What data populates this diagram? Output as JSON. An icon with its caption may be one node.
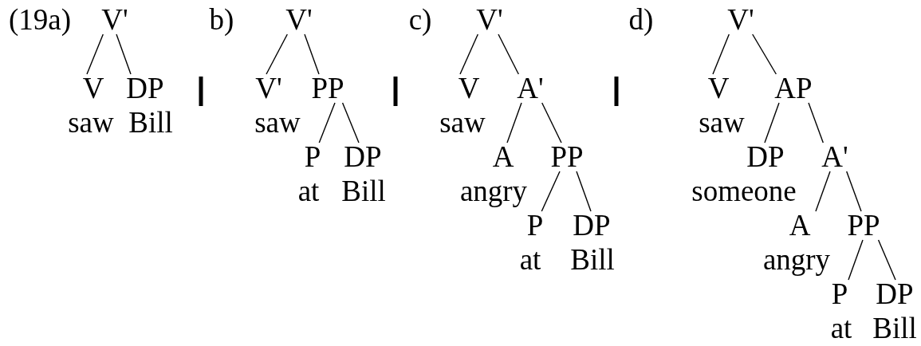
{
  "diagram": {
    "nodes": [
      {
        "text": [
          "V'"
        ]
      },
      {
        "text": [
          "V",
          "saw"
        ]
      },
      {
        "text": [
          "DP",
          "Bill"
        ]
      },
      {
        "text": [
          "V'"
        ]
      },
      {
        "text": [
          "V'",
          "saw"
        ]
      },
      {
        "text": [
          "PP"
        ]
      },
      {
        "text": [
          "P",
          "at"
        ]
      },
      {
        "text": [
          "DP",
          "Bill"
        ]
      },
      {
        "text": [
          "V'"
        ]
      },
      {
        "text": [
          "V",
          "saw"
        ]
      },
      {
        "text": [
          "A'"
        ]
      },
      {
        "text": [
          "A",
          "angry"
        ]
      },
      {
        "text": [
          "PP"
        ]
      },
      {
        "text": [
          "P",
          "at"
        ]
      },
      {
        "text": [
          "DP",
          "Bill"
        ]
      },
      {
        "text": [
          "V'"
        ]
      },
      {
        "text": [
          "V",
          "saw"
        ]
      },
      {
        "text": [
          "AP"
        ]
      },
      {
        "text": [
          "DP",
          "someone"
        ]
      },
      {
        "text": [
          "A'"
        ]
      },
      {
        "text": [
          "A",
          "angry"
        ]
      },
      {
        "text": [
          "PP"
        ]
      },
      {
        "text": [
          "P",
          "at"
        ]
      },
      {
        "text": [
          "DP",
          "Bill"
        ]
      }
    ],
    "edges": [
      {
        "from": 0,
        "to": 1,
        "arrow": "none"
      },
      {
        "from": 0,
        "to": 2,
        "arrow": "none"
      },
      {
        "from": 3,
        "to": 4,
        "arrow": "none"
      },
      {
        "from": 3,
        "to": 5,
        "arrow": "none"
      },
      {
        "from": 5,
        "to": 6,
        "arrow": "none"
      },
      {
        "from": 5,
        "to": 7,
        "arrow": "none"
      },
      {
        "from": 8,
        "to": 9,
        "arrow": "none"
      },
      {
        "from": 8,
        "to": 10,
        "arrow": "none"
      },
      {
        "from": 10,
        "to": 11,
        "arrow": "none"
      },
      {
        "from": 10,
        "to": 12,
        "arrow": "none"
      },
      {
        "from": 12,
        "to": 13,
        "arrow": "none"
      },
      {
        "from": 12,
        "to": 14,
        "arrow": "none"
      },
      {
        "from": 15,
        "to": 16,
        "arrow": "none"
      },
      {
        "from": 15,
        "to": 17,
        "arrow": "none"
      },
      {
        "from": 17,
        "to": 18,
        "arrow": "none"
      },
      {
        "from": 17,
        "to": 19,
        "arrow": "none"
      },
      {
        "from": 19,
        "to": 20,
        "arrow": "none"
      },
      {
        "from": 19,
        "to": 21,
        "arrow": "none"
      },
      {
        "from": 21,
        "to": 22,
        "arrow": "none"
      },
      {
        "from": 21,
        "to": 23,
        "arrow": "none"
      }
    ],
    "labels": [
      "(19a)",
      "b)",
      "c)",
      "d)"
    ]
  }
}
